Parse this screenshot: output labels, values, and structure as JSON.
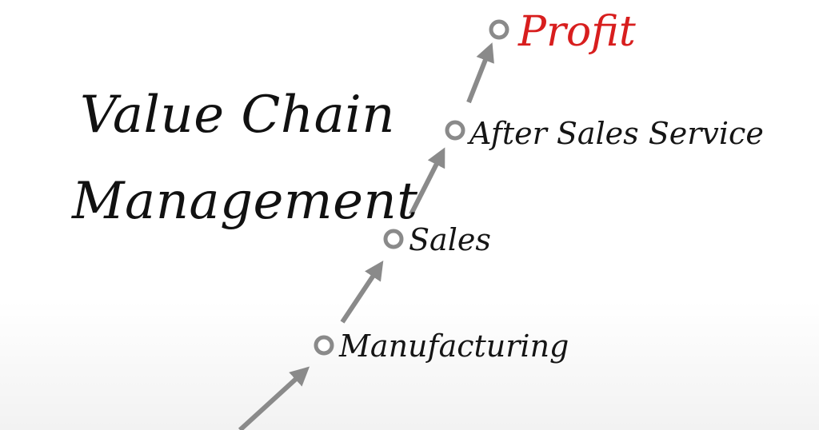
{
  "title": {
    "line1": "Value Chain",
    "line2": "Management"
  },
  "steps": [
    {
      "label": "Manufacturing"
    },
    {
      "label": "Sales"
    },
    {
      "label": "After Sales Service"
    },
    {
      "label": "Profit"
    }
  ],
  "colors": {
    "text": "#111111",
    "highlight": "#d81e1e",
    "arrow": "#8a8a8a",
    "node_ring": "#8a8a8a"
  }
}
